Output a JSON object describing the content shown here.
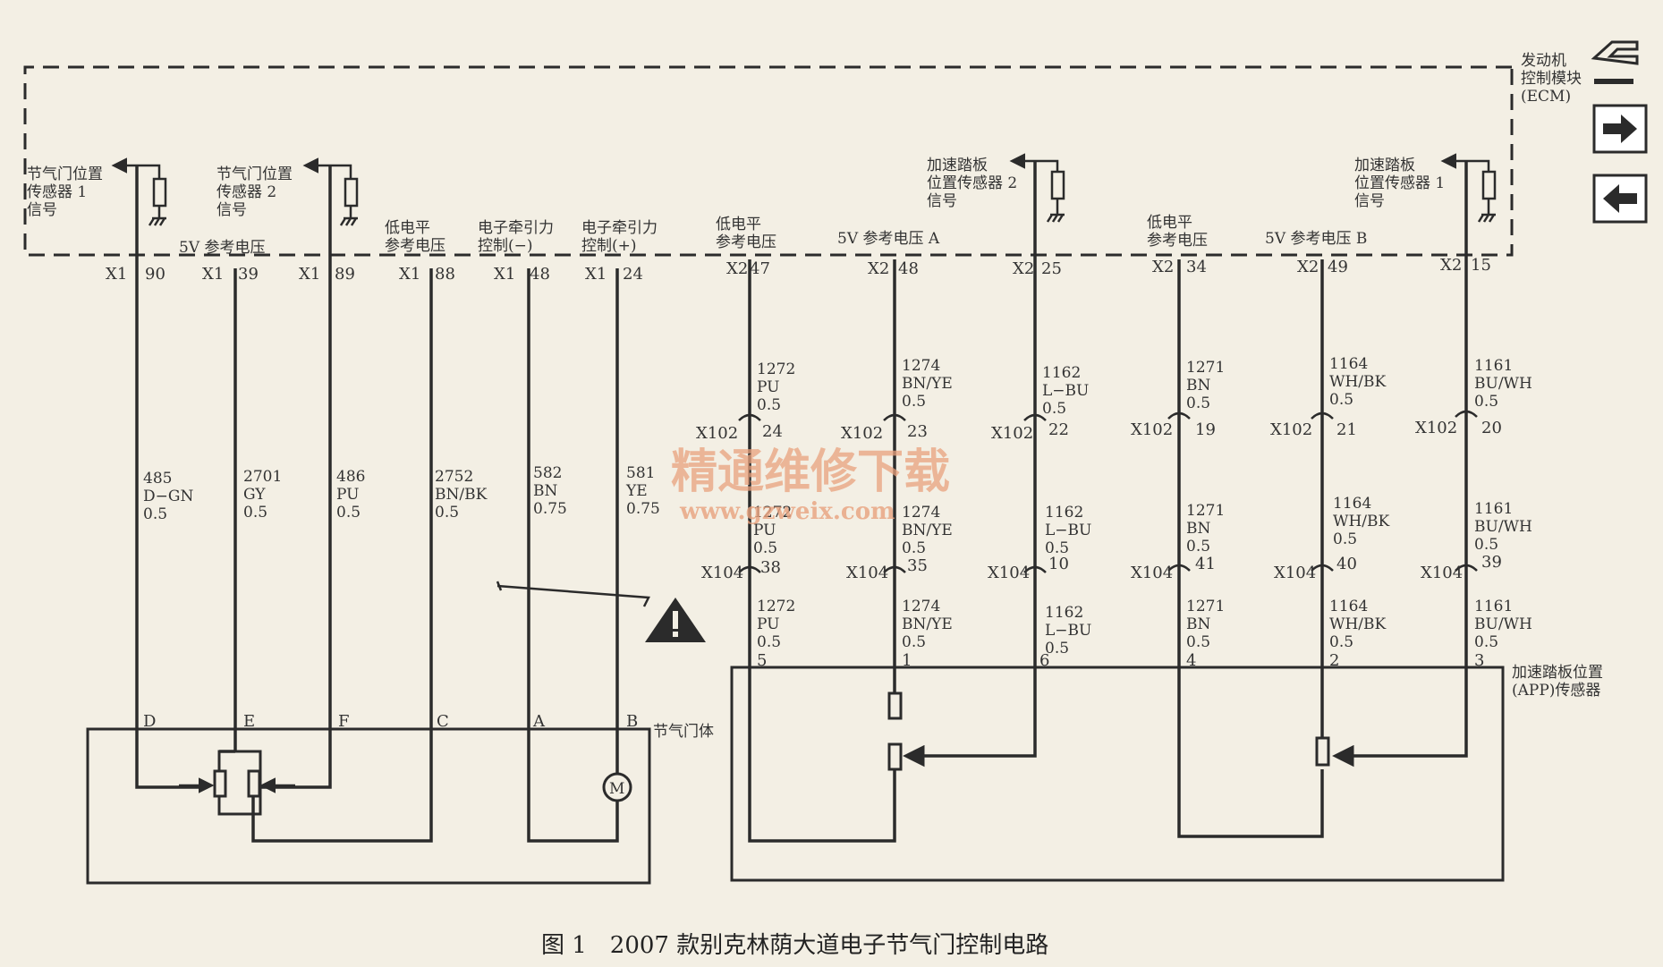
{
  "ecm": {
    "line1": "发动机",
    "line2": "控制模块",
    "line3": "(ECM)"
  },
  "nav": {
    "icons": [
      "connector-icon",
      "arrow-right-icon",
      "arrow-left-icon"
    ]
  },
  "sensors": {
    "tps1": [
      "节气门位置",
      "传感器 1",
      "信号"
    ],
    "tps2": [
      "节气门位置",
      "传感器 2",
      "信号"
    ],
    "app2": [
      "加速踏板",
      "位置传感器 2",
      "信号"
    ],
    "app1": [
      "加速踏板",
      "位置传感器 1",
      "信号"
    ]
  },
  "functions": {
    "v5_ref": "5V 参考电压",
    "low_ref": [
      "低电平",
      "参考电压"
    ],
    "motor_minus": [
      "电子牵引力",
      "控制(−)"
    ],
    "motor_plus": [
      "电子牵引力",
      "控制(+)"
    ],
    "low_ref_app1": [
      "低电平",
      "参考电压"
    ],
    "v5_ref_a": "5V 参考电压 A",
    "low_ref_app2": [
      "低电平",
      "参考电压"
    ],
    "v5_ref_b": "5V 参考电压 B"
  },
  "left_circuits": [
    {
      "conn": "X1",
      "pin": "90",
      "wire": "485",
      "color": "D−GN",
      "size": "0.5",
      "end": "D"
    },
    {
      "conn": "X1",
      "pin": "39",
      "wire": "2701",
      "color": "GY",
      "size": "0.5",
      "end": "E"
    },
    {
      "conn": "X1",
      "pin": "89",
      "wire": "486",
      "color": "PU",
      "size": "0.5",
      "end": "F"
    },
    {
      "conn": "X1",
      "pin": "88",
      "wire": "2752",
      "color": "BN/BK",
      "size": "0.5",
      "end": "C"
    },
    {
      "conn": "X1",
      "pin": "48",
      "wire": "582",
      "color": "BN",
      "size": "0.75",
      "end": "A"
    },
    {
      "conn": "X1",
      "pin": "24",
      "wire": "581",
      "color": "YE",
      "size": "0.75",
      "end": "B"
    }
  ],
  "right_circuits": [
    {
      "conn": "X2",
      "pin": "47",
      "wire": "1272",
      "color": "PU",
      "size": "0.5",
      "x102": "24",
      "x104": "38",
      "end": "5"
    },
    {
      "conn": "X2",
      "pin": "48",
      "wire": "1274",
      "color": "BN/YE",
      "size": "0.5",
      "x102": "23",
      "x104": "35",
      "end": "1"
    },
    {
      "conn": "X2",
      "pin": "25",
      "wire": "1162",
      "color": "L−BU",
      "size": "0.5",
      "x102": "22",
      "x104": "10",
      "end": "6"
    },
    {
      "conn": "X2",
      "pin": "34",
      "wire": "1271",
      "color": "BN",
      "size": "0.5",
      "x102": "19",
      "x104": "41",
      "end": "4"
    },
    {
      "conn": "X2",
      "pin": "49",
      "wire": "1164",
      "color": "WH/BK",
      "size": "0.5",
      "x102": "21",
      "x104": "40",
      "end": "2"
    },
    {
      "conn": "X2",
      "pin": "15",
      "wire": "1161",
      "color": "BU/WH",
      "size": "0.5",
      "x102": "20",
      "x104": "39",
      "end": "3"
    }
  ],
  "connectors": {
    "x102": "X102",
    "x104": "X104"
  },
  "throttle_body": "节气门体",
  "motor": "M",
  "app_sensor": [
    "加速踏板位置",
    "(APP)传感器"
  ],
  "watermark": {
    "cn": "精通维修下载",
    "url": "www.gzweix.com"
  },
  "caption": "图 1　2007 款别克林荫大道电子节气门控制电路"
}
